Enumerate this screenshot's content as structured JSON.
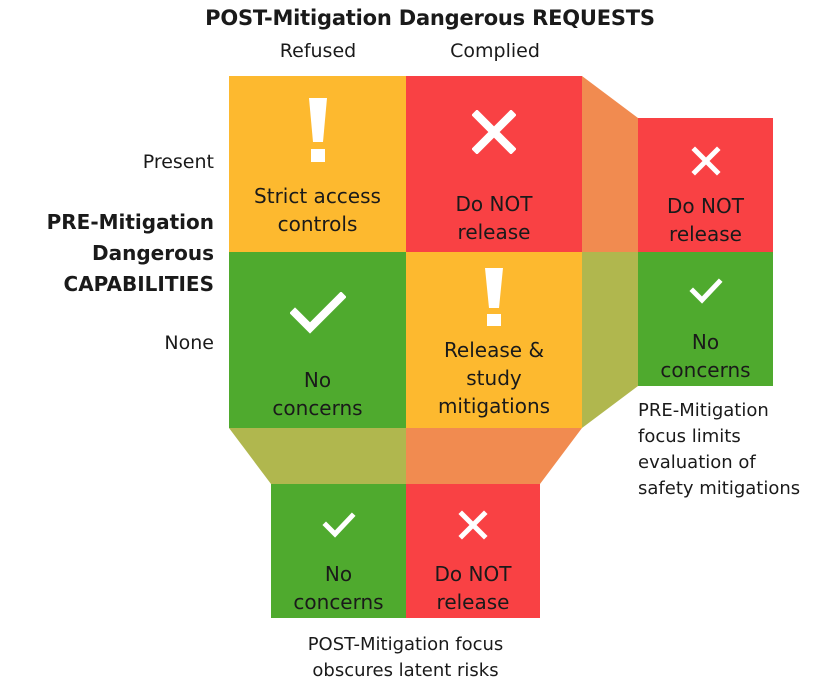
{
  "title": "POST-Mitigation Dangerous REQUESTS",
  "columns": {
    "refused": "Refused",
    "complied": "Complied"
  },
  "rows": {
    "present": "Present",
    "none": "None"
  },
  "row_axis": {
    "line1": "PRE-Mitigation",
    "line2": "Dangerous",
    "line3": "CAPABILITIES"
  },
  "main_grid": {
    "present_refused": {
      "icon": "exclamation-icon",
      "line1": "Strict access",
      "line2": "controls",
      "color": "#FDB92F"
    },
    "present_complied": {
      "icon": "x-icon",
      "line1": "Do NOT",
      "line2": "release",
      "color": "#F94144"
    },
    "none_refused": {
      "icon": "check-icon",
      "line1": "No",
      "line2": "concerns",
      "color": "#4FAA2E"
    },
    "none_complied": {
      "icon": "exclamation-icon",
      "line1": "Release &",
      "line2": "study",
      "line3": "mitigations",
      "color": "#FDB92F"
    }
  },
  "right_panel": {
    "top": {
      "icon": "x-icon",
      "line1": "Do NOT",
      "line2": "release",
      "color": "#F94144"
    },
    "bottom": {
      "icon": "check-icon",
      "line1": "No",
      "line2": "concerns",
      "color": "#4FAA2E"
    },
    "note": {
      "line1": "PRE-Mitigation",
      "line2": "focus limits",
      "line3": "evaluation of",
      "line4": "safety mitigations"
    }
  },
  "bottom_panel": {
    "left": {
      "icon": "check-icon",
      "line1": "No",
      "line2": "concerns",
      "color": "#4FAA2E"
    },
    "right": {
      "icon": "x-icon",
      "line1": "Do NOT",
      "line2": "release",
      "color": "#F94144"
    },
    "note": {
      "line1": "POST-Mitigation focus",
      "line2": "obscures latent risks"
    }
  },
  "connector_colors": {
    "olive": "#B0B74E",
    "salmon": "#F18B50"
  }
}
